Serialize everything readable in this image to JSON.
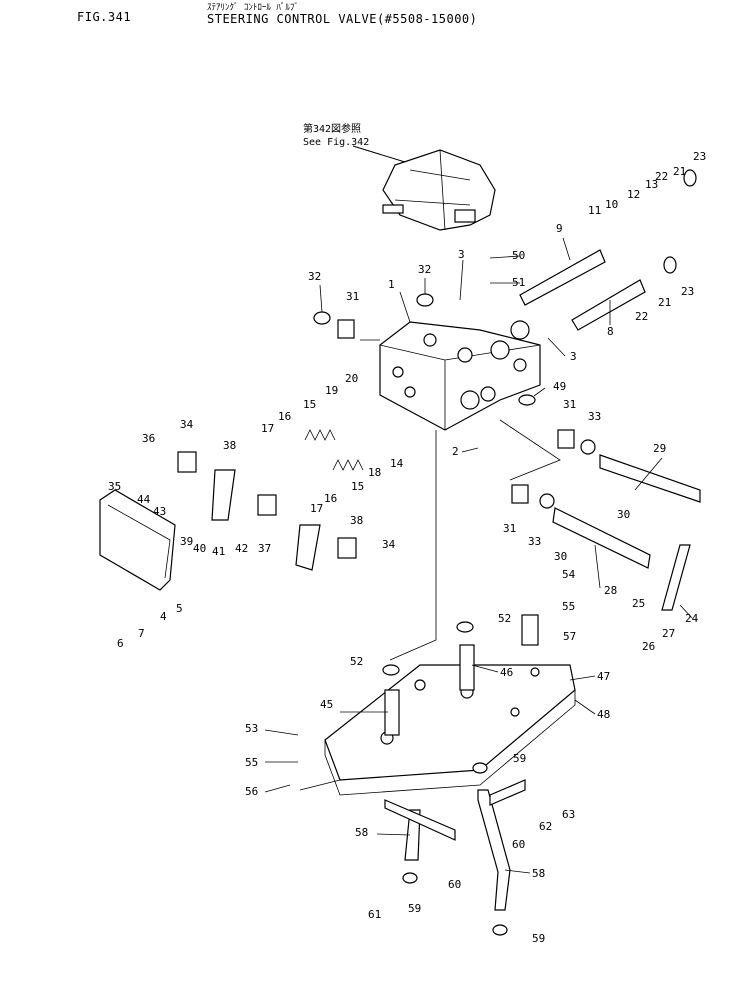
{
  "header": {
    "fig_label": "FIG.341",
    "title_japanese": "ｽﾃｱﾘﾝｸﾞ ｺﾝﾄﾛｰﾙ ﾊﾞﾙﾌﾞ",
    "title": "STEERING CONTROL VALVE(#5508-15000)"
  },
  "reference": {
    "line1": "第342図参照",
    "line2": "See Fig.342"
  },
  "callouts": [
    "1",
    "2",
    "3",
    "3",
    "5",
    "6",
    "7",
    "4",
    "8",
    "9",
    "10",
    "11",
    "12",
    "13",
    "14",
    "15",
    "15",
    "16",
    "16",
    "17",
    "17",
    "18",
    "19",
    "20",
    "21",
    "21",
    "22",
    "22",
    "23",
    "23",
    "24",
    "25",
    "26",
    "27",
    "28",
    "29",
    "30",
    "30",
    "31",
    "31",
    "31",
    "32",
    "32",
    "33",
    "33",
    "34",
    "34",
    "35",
    "36",
    "37",
    "38",
    "38",
    "39",
    "40",
    "41",
    "42",
    "43",
    "44",
    "45",
    "46",
    "47",
    "48",
    "49",
    "50",
    "51",
    "52",
    "52",
    "53",
    "54",
    "55",
    "55",
    "56",
    "57",
    "58",
    "58",
    "59",
    "59",
    "59",
    "60",
    "60",
    "61",
    "62",
    "63"
  ]
}
